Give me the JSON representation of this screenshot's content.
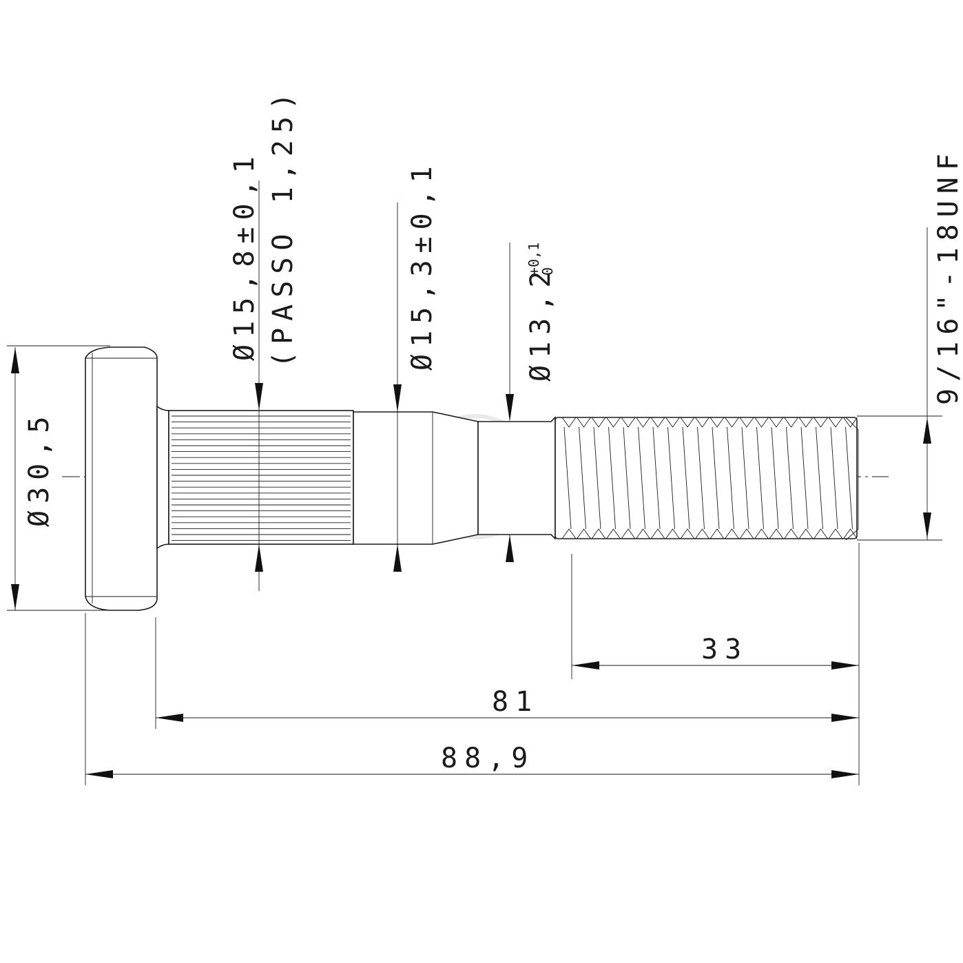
{
  "drawing": {
    "dimensions": {
      "head_diameter": "Ø30,5",
      "knurl_diameter": "Ø15,8±0,1",
      "knurl_pitch": "(PASSO 1,25)",
      "shank_diameter": "Ø15,3±0,1",
      "neck_diameter": "Ø13,2",
      "neck_tolerance_upper": "+0,1",
      "neck_tolerance_lower": "0",
      "thread_spec": "9/16\"-18UNF",
      "thread_length": "33",
      "shank_length": "81",
      "total_length": "88,9"
    },
    "watermark_icon": "circle-logo-icon"
  }
}
